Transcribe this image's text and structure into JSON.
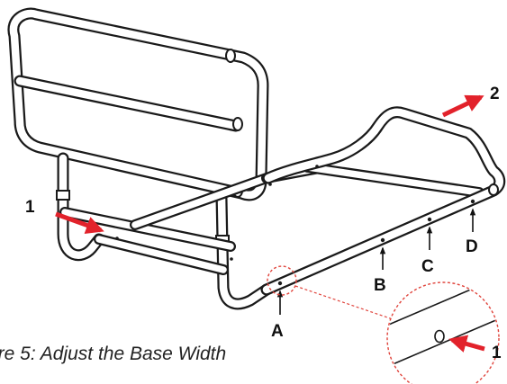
{
  "diagram": {
    "callouts": {
      "arrow_1_left": "1",
      "arrow_2": "2",
      "arrow_1_zoom": "1"
    },
    "hole_labels": {
      "a": "A",
      "b": "B",
      "c": "C",
      "d": "D"
    },
    "caption": "ure 5: Adjust the Base Width",
    "colors": {
      "arrow": "#e2222b",
      "line": "#1a1a1a",
      "zoom_circle": "#e0443c"
    }
  }
}
